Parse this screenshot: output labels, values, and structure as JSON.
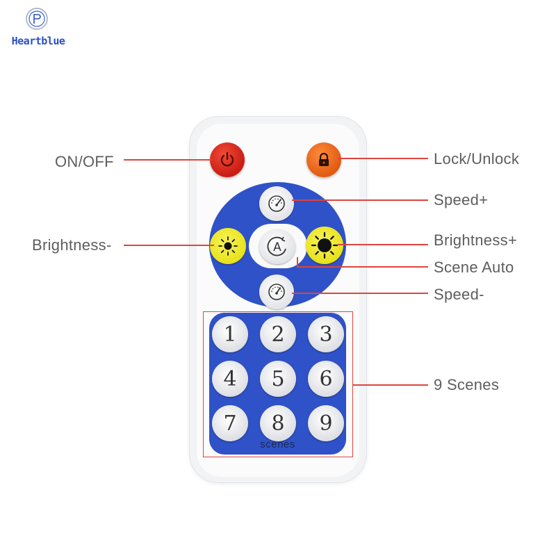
{
  "brand": {
    "name": "Heartblue"
  },
  "remote": {
    "buttons": {
      "power": {
        "icon": "power-icon",
        "color": "#d8261b"
      },
      "lock": {
        "icon": "lock-icon",
        "color": "#ef6b20"
      },
      "speed_up": {
        "icon": "speedometer-icon"
      },
      "speed_down": {
        "icon": "speedometer-icon"
      },
      "scene_auto": {
        "icon": "auto-a-icon",
        "glyph": "A"
      },
      "brightness_down": {
        "icon": "sun-small-icon"
      },
      "brightness_up": {
        "icon": "sun-large-icon"
      }
    },
    "scene_keys": [
      "1",
      "2",
      "3",
      "4",
      "5",
      "6",
      "7",
      "8",
      "9"
    ],
    "scenes_label": "scenes",
    "pad_color": "#2f52c8"
  },
  "callouts": {
    "on_off": "ON/OFF",
    "lock_unlock": "Lock/Unlock",
    "speed_plus": "Speed+",
    "brightness_minus": "Brightness-",
    "brightness_plus": "Brightness+",
    "scene_auto": "Scene Auto",
    "speed_minus": "Speed-",
    "nine_scenes": "9 Scenes"
  },
  "accent_color": "#e0443c"
}
